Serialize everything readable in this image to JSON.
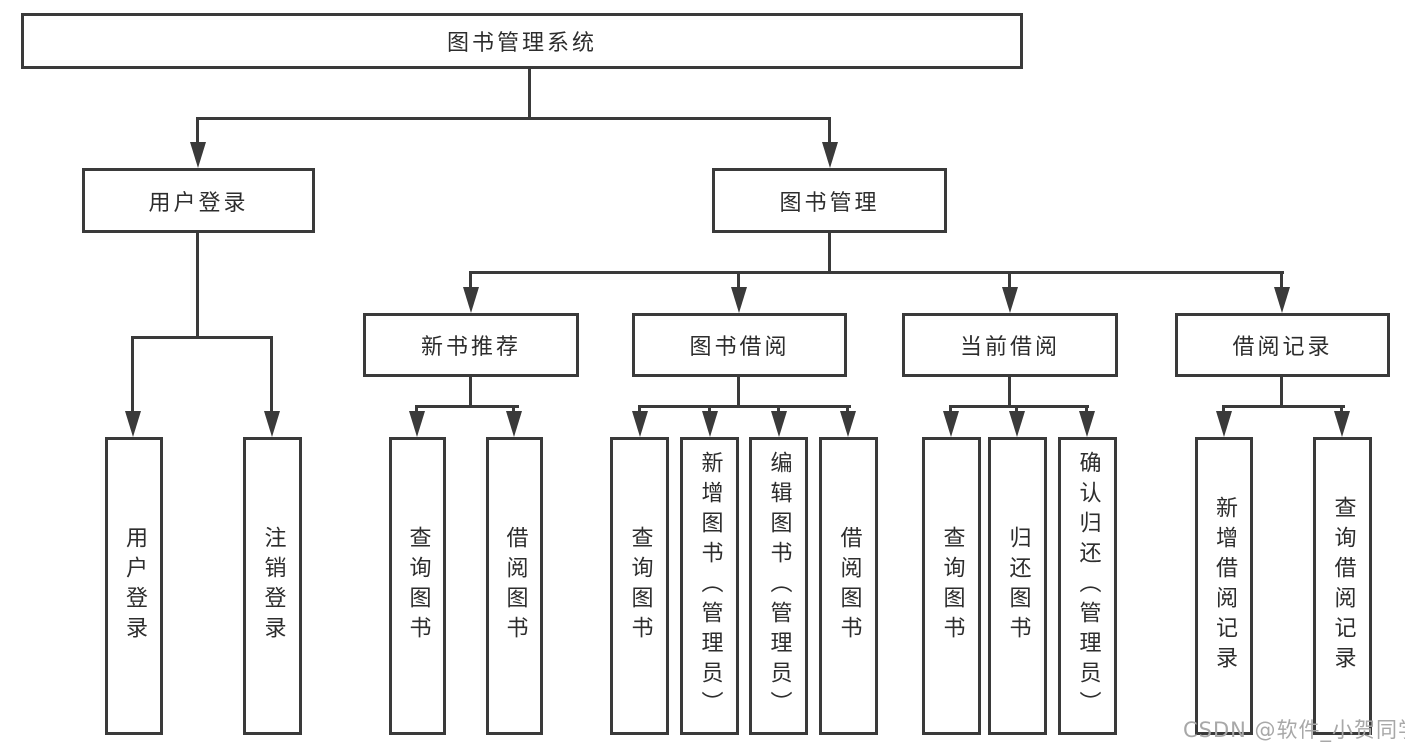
{
  "tree": {
    "root": {
      "label": "图书管理系统",
      "children": [
        {
          "label": "用户登录",
          "children": [
            {
              "label": "用户登录"
            },
            {
              "label": "注销登录"
            }
          ]
        },
        {
          "label": "图书管理",
          "children": [
            {
              "label": "新书推荐",
              "children": [
                {
                  "label": "查询图书"
                },
                {
                  "label": "借阅图书"
                }
              ]
            },
            {
              "label": "图书借阅",
              "children": [
                {
                  "label": "查询图书"
                },
                {
                  "label": "新增图书（管理员）"
                },
                {
                  "label": "编辑图书（管理员）"
                },
                {
                  "label": "借阅图书"
                }
              ]
            },
            {
              "label": "当前借阅",
              "children": [
                {
                  "label": "查询图书"
                },
                {
                  "label": "归还图书"
                },
                {
                  "label": "确认归还（管理员）"
                }
              ]
            },
            {
              "label": "借阅记录",
              "children": [
                {
                  "label": "新增借阅记录"
                },
                {
                  "label": "查询借阅记录"
                }
              ]
            }
          ]
        }
      ]
    }
  },
  "watermark": {
    "text": "CSDN @软件_小贺同学"
  },
  "colors": {
    "line": "#3a3a3a",
    "text": "#2d2d2d",
    "watermark": "#a8a8a8",
    "background": "#ffffff"
  }
}
